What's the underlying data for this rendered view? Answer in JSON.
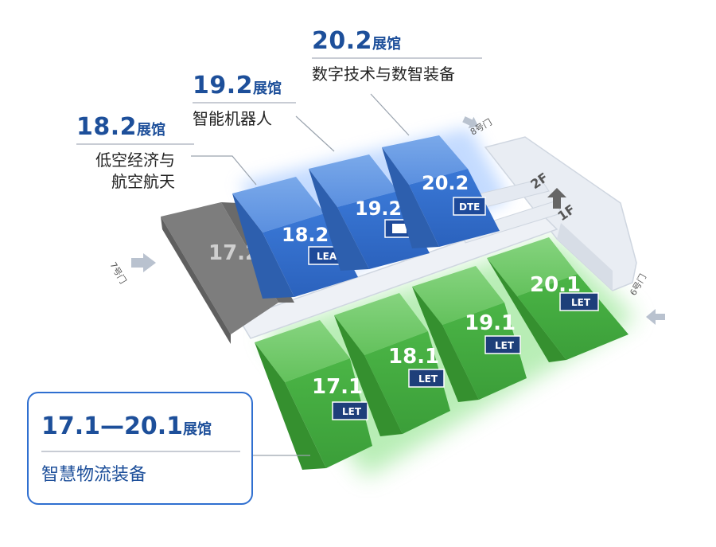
{
  "labels": {
    "h182": {
      "num": "18.2",
      "suffix": "展馆",
      "lines": [
        "低空经济与",
        "航空航天"
      ]
    },
    "h192": {
      "num": "19.2",
      "suffix": "展馆",
      "lines": [
        "智能机器人"
      ]
    },
    "h202": {
      "num": "20.2",
      "suffix": "展馆",
      "lines": [
        "数字技术与数智装备"
      ]
    }
  },
  "legend": {
    "num": "17.1—20.1",
    "suffix": "展馆",
    "sub": "智慧物流装备"
  },
  "halls": {
    "h172": "17.2",
    "h182": "18.2",
    "h192": "19.2",
    "h202": "20.2",
    "h171": "17.1",
    "h181": "18.1",
    "h191": "19.1",
    "h201": "20.1"
  },
  "badges": {
    "lea": "LEA",
    "dte": "DTE",
    "let": "LET"
  },
  "gates": {
    "g7": "7号门",
    "g8": "8号门",
    "g6": "6号门"
  },
  "floors": {
    "upper": "2F",
    "lower": "1F"
  },
  "colors": {
    "blue": "#3f7fd8",
    "green": "#49b84c",
    "gray": "#8a8a8a",
    "text": "#1d4f9a"
  }
}
